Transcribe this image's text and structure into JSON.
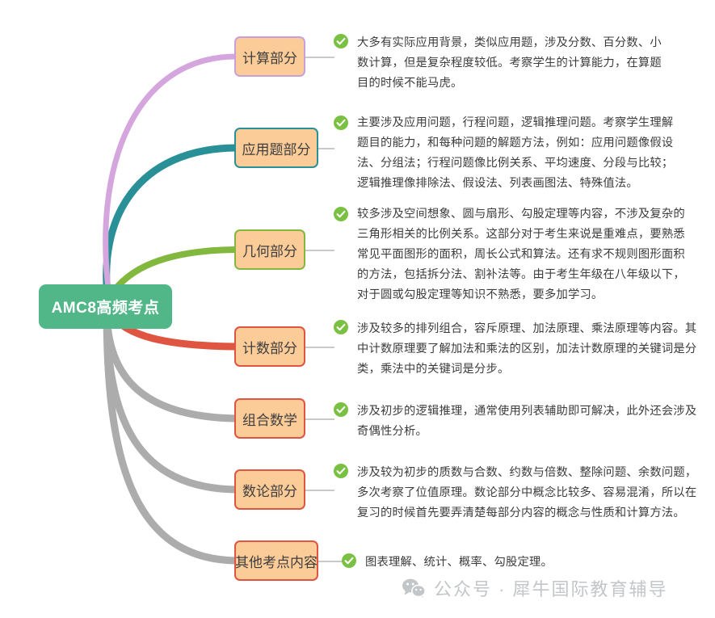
{
  "root": {
    "label": "AMC8高频考点",
    "color": "#52b788",
    "text_color": "#ffffff"
  },
  "branches": [
    {
      "label": "计算部分",
      "border_color": "#c9a0dc",
      "edge_color": "#d5a6dd",
      "text": "大多有实际应用背景，类似应用题，涉及分数、百分数、小\n数计算，但是复杂程度较低。考察学生的计算能力，在算题\n目的时候不能马虎。",
      "icon": "check-circle-icon"
    },
    {
      "label": "应用题部分",
      "border_color": "#2a9098",
      "edge_color": "#2a9098",
      "text": "主要涉及应用问题，行程问题，逻辑推理问题。考察学生理解\n题目的能力，和每种问题的解题方法，例如：应用问题像假设\n法、分组法；行程问题像比例关系、平均速度、分段与比较；\n逻辑推理像排除法、假设法、列表画图法、特殊值法。",
      "icon": "check-circle-icon"
    },
    {
      "label": "几何部分",
      "border_color": "#82b83e",
      "edge_color": "#82b83e",
      "text": "较多涉及空间想象、圆与扇形、勾股定理等内容，不涉及复杂的\n三角形相关的比例关系。这部分对于考生来说是重难点，要熟悉\n常见平面图形的面积，周长公式和算法。还有求不规则图形面积\n的方法，包括拆分法、割补法等。由于考生年级在八年级以下，\n对于圆或勾股定理等知识不熟悉，要多加学习。",
      "icon": "check-circle-icon"
    },
    {
      "label": "计数部分",
      "border_color": "#e05541",
      "edge_color": "#e05541",
      "text": "涉及较多的排列组合，容斥原理、加法原理、乘法原理等内容。其\n中计数原理要了解加法和乘法的区别，加法计数原理的关键词是分\n类，乘法中的关键词是分步。",
      "icon": "check-circle-icon"
    },
    {
      "label": "组合数学",
      "border_color": "#e05541",
      "edge_color": "#acacac",
      "text": "涉及初步的逻辑推理，通常使用列表辅助即可解决，此外还会涉及\n奇偶性分析。",
      "icon": "check-circle-icon"
    },
    {
      "label": "数论部分",
      "border_color": "#e05541",
      "edge_color": "#acacac",
      "text": "涉及较为初步的质数与合数、约数与倍数、整除问题、余数问题，\n多次考察了位值原理。数论部分中概念比较多、容易混淆，所以在\n复习的时候首先要弄清楚每部分内容的概念与性质和计算方法。",
      "icon": "check-circle-icon"
    },
    {
      "label": "其他考点内容",
      "border_color": "#e05541",
      "edge_color": "#acacac",
      "text": "图表理解、统计、概率、勾股定理。",
      "icon": "check-circle-icon"
    }
  ],
  "watermark": {
    "text": "公众号 · 犀牛国际教育辅导",
    "icon": "wechat-icon",
    "color": "#c3c6c8"
  }
}
